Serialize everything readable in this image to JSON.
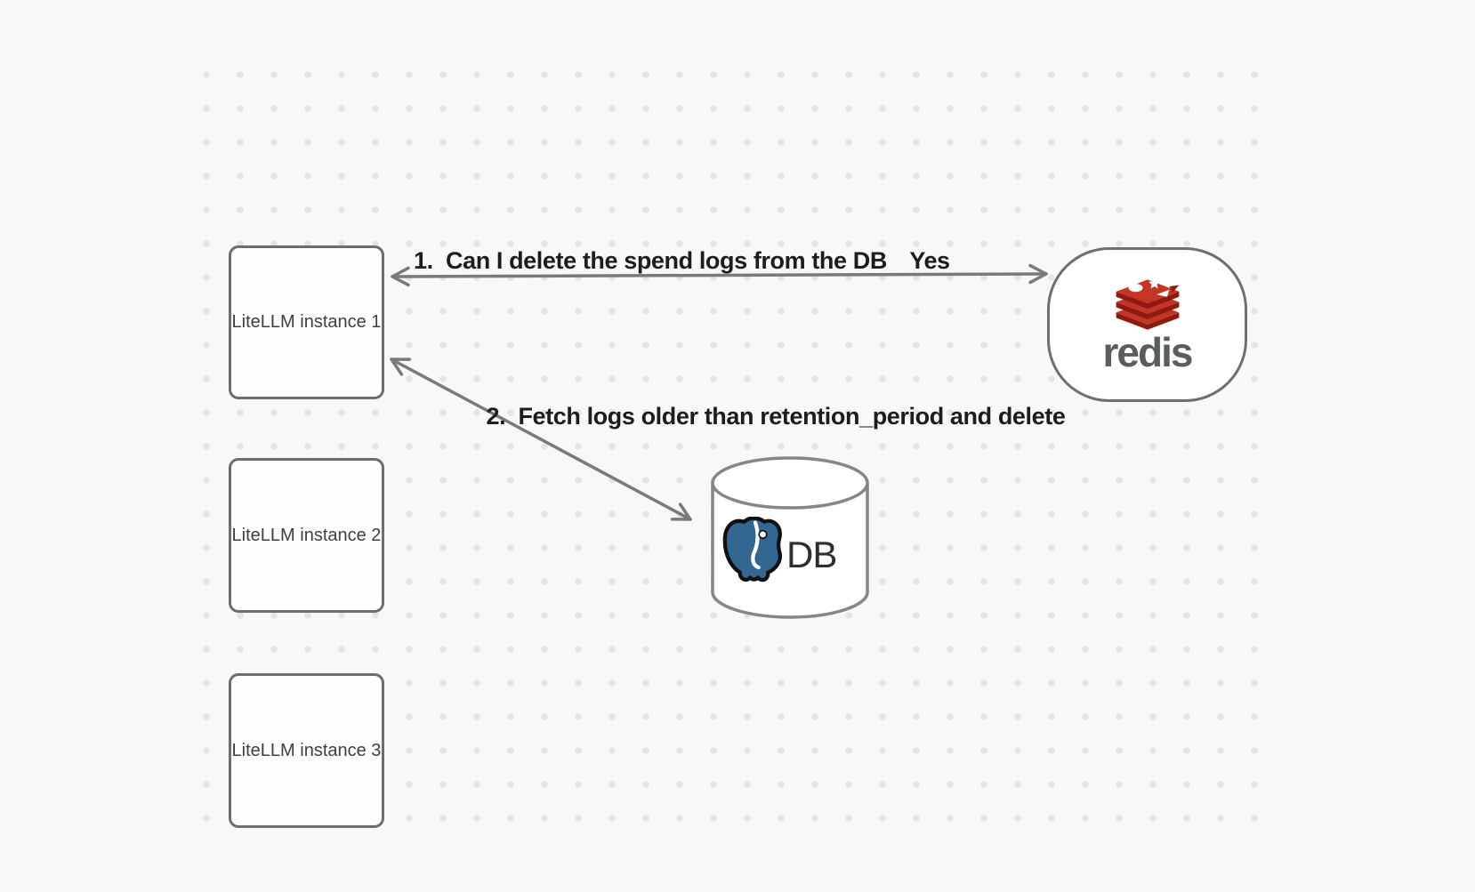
{
  "canvas": {
    "background": "#f8f8f8",
    "dot_color": "#e4e4e4"
  },
  "nodes": {
    "instance1": {
      "label": "LiteLLM instance 1"
    },
    "instance2": {
      "label": "LiteLLM instance 2"
    },
    "instance3": {
      "label": "LiteLLM instance 3"
    },
    "redis": {
      "wordmark": "redis"
    },
    "database": {
      "label": "DB"
    }
  },
  "edges": {
    "redis_query": {
      "label": "1.  Can I delete the spend logs from the DB",
      "answer": "Yes"
    },
    "db_fetch": {
      "label": "2.  Fetch logs older than retention_period and delete"
    }
  },
  "colors": {
    "redis_red": "#c53527",
    "redis_red_dark": "#8e1b10",
    "redis_gray": "#5a5d5f",
    "postgres_blue": "#336791",
    "shape_stroke": "#6d6d6d",
    "arrow_stroke": "#7a7a7a",
    "label_text": "#1d1d1d",
    "node_text": "#3f3f3f"
  }
}
